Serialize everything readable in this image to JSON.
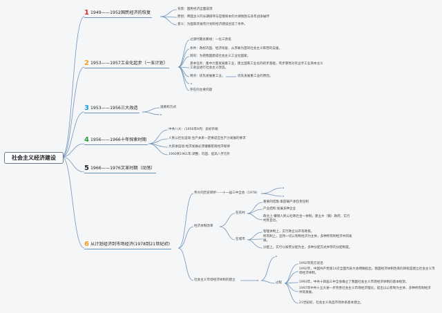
{
  "root": "社会主义经济建设",
  "branches": [
    {
      "num": "1",
      "color": "#d9272e",
      "label": "1949——1952国民经济的恢复"
    },
    {
      "num": "2",
      "color": "#f2a118",
      "label": "1953——1957工业化起步（一五计划）"
    },
    {
      "num": "3",
      "color": "#1a9fd9",
      "label": "1953——1956三大改造"
    },
    {
      "num": "4",
      "color": "#2e9b3a",
      "label": "1956——1966十年探索时期"
    },
    {
      "num": "5",
      "color": "#222222",
      "label": "1966——1976文革时期（动荡）"
    },
    {
      "num": "6",
      "color": "#f2a118",
      "label": "从计划经济到市场经济(1978到21世纪初)"
    }
  ],
  "b1": [
    "背景：国民经济全面崩溃",
    "原因：帝国主义的长期掠夺与官僚资本的大肆搜刮与多年战争破坏",
    "意义：为国家开展有计划的经济建设创造了条件。"
  ],
  "b2": {
    "items": [
      "过渡时期总路线：一化三改造",
      "条件：政权巩固、经济恢复、从苏联为首的社会主义阵营的支援。",
      "目的：为把我国建成社会主义工业化国家。",
      "基本任务：集中力量发展重工业，建立国家工业化的初步基础，有步骤地对农业手工业资本主义工商业进行社会主义改造。",
      "特点：优先发展重工业。",
      "存在的主要问题"
    ],
    "issue": "优先发展重工业的原因。",
    "marker": "b"
  },
  "b3": {
    "item": "道路和方式",
    "marker": "b"
  },
  "b4": [
    "中共八大：(1956年9月）良好开端",
    "人民公社化运动:生产关系一定要适应生产力发展的要求",
    "大跃进运动:经济发展必须遵循客观经济规律",
    "1960到1961年:调整、巩固、提高八字方针"
  ],
  "b6": {
    "top": "伟大的历史转折——十一届三中全会（1978）",
    "topMarkers": [
      "b",
      "b"
    ],
    "reform": "经济体制改革",
    "rural": "在农村",
    "ruralItems": [
      "重要的措施:家庭联产承包责任制",
      "产业结构:发展多种企业",
      "政治上:撤销人民公社政社合一体制，建立乡（镇）政府，实行村民自治。"
    ],
    "city": "在城市",
    "cityItems": [
      "管理体制上，实行政企分开等政策。",
      "所有制上，坚持一切公有制经济为主体，多种所有制经济共同发展。",
      "分配上，实行以按劳分配为主，多种分配方式并存的分配制度。"
    ],
    "market": "社会主义市场经济体制的建立",
    "marketMarker": "b",
    "process": "过程",
    "processMarker": "b",
    "processItems": [
      "1992年南方谈话",
      "1992年，中国共产党第14次全国代表大会明确指出，我国经济体制改革的目标是建立社会主义市场经济体制。",
      "1993年，中共十四届三中全会确立了我国社会主义市场经济体制的基本框架。",
      "1997年中共十五大进一步完善社会主义市场经济理论，提出以公有制为主体、多种所有制经济共同发展。",
      "21世纪初，社会主义商品市场体系基本建立。"
    ]
  }
}
